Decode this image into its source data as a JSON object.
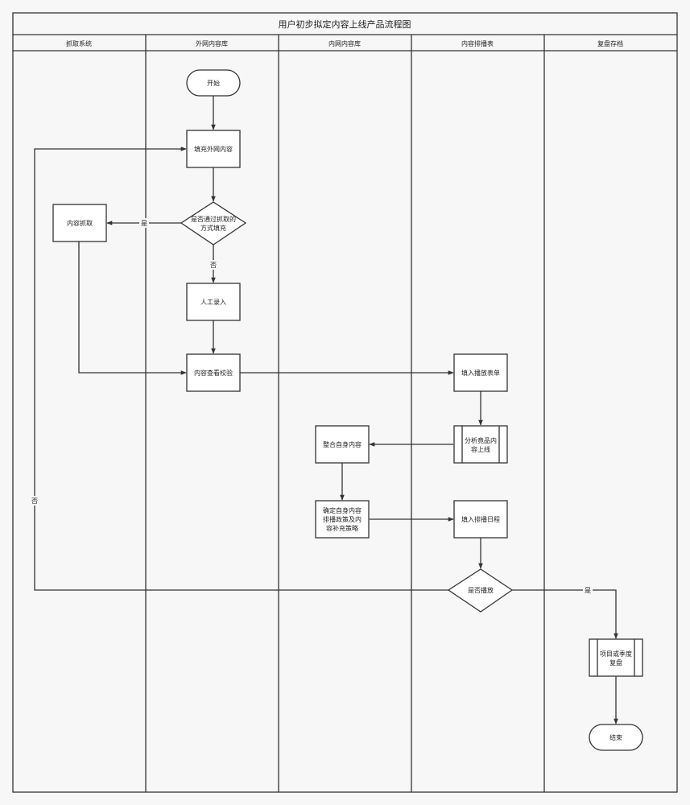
{
  "title": "用户初步拟定内容上线产品流程图",
  "lanes": [
    {
      "id": "crawl",
      "label": "抓取系统"
    },
    {
      "id": "external",
      "label": "外网内容库"
    },
    {
      "id": "internal",
      "label": "内网内容库"
    },
    {
      "id": "schedule",
      "label": "内容排播表"
    },
    {
      "id": "archive",
      "label": "复盘存档"
    }
  ],
  "nodes": {
    "start": {
      "shape": "terminal",
      "lines": [
        "开始"
      ]
    },
    "fill_external": {
      "shape": "process",
      "lines": [
        "填充外网内容"
      ]
    },
    "decision_crawl": {
      "shape": "decision",
      "lines": [
        "是否通过抓取的",
        "方式填充"
      ]
    },
    "content_crawl": {
      "shape": "process",
      "lines": [
        "内容抓取"
      ]
    },
    "manual_entry": {
      "shape": "process",
      "lines": [
        "人工录入"
      ]
    },
    "check": {
      "shape": "process",
      "lines": [
        "内容查看校验"
      ]
    },
    "fill_form": {
      "shape": "process",
      "lines": [
        "填入播放表单"
      ]
    },
    "analyze": {
      "shape": "subprocess",
      "lines": [
        "分析竟品内",
        "容上线"
      ]
    },
    "integrate": {
      "shape": "process",
      "lines": [
        "整合自身内容"
      ]
    },
    "strategy": {
      "shape": "process",
      "lines": [
        "确定自身内容",
        "排播政策及内",
        "容补充策略"
      ]
    },
    "schedule_date": {
      "shape": "process",
      "lines": [
        "填入排播日程"
      ]
    },
    "decision_play": {
      "shape": "decision",
      "lines": [
        "是否播放"
      ]
    },
    "review": {
      "shape": "subprocess",
      "lines": [
        "项目或季度",
        "复盘"
      ]
    },
    "end": {
      "shape": "terminal",
      "lines": [
        "结束"
      ]
    }
  },
  "edges": [
    {
      "from": "start",
      "to": "fill_external"
    },
    {
      "from": "fill_external",
      "to": "decision_crawl"
    },
    {
      "from": "decision_crawl",
      "to": "content_crawl",
      "label": "是"
    },
    {
      "from": "decision_crawl",
      "to": "manual_entry",
      "label": "否"
    },
    {
      "from": "manual_entry",
      "to": "check"
    },
    {
      "from": "content_crawl",
      "to": "check"
    },
    {
      "from": "check",
      "to": "fill_form"
    },
    {
      "from": "fill_form",
      "to": "analyze"
    },
    {
      "from": "analyze",
      "to": "integrate"
    },
    {
      "from": "integrate",
      "to": "strategy"
    },
    {
      "from": "strategy",
      "to": "schedule_date"
    },
    {
      "from": "schedule_date",
      "to": "decision_play"
    },
    {
      "from": "decision_play",
      "to": "review",
      "label": "是"
    },
    {
      "from": "decision_play",
      "to": "fill_external",
      "label": "否"
    },
    {
      "from": "review",
      "to": "end"
    }
  ]
}
